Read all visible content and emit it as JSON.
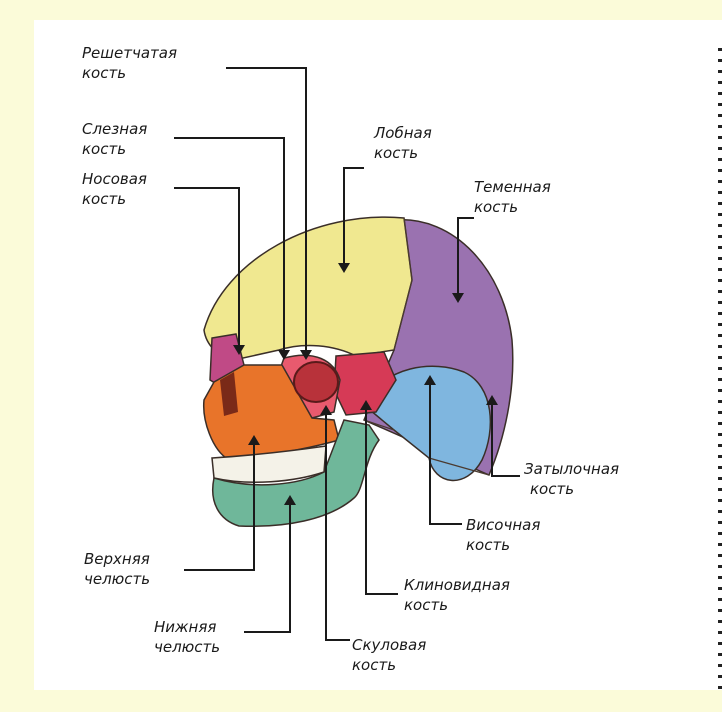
{
  "labels": {
    "ethmoid": [
      "Решетчатая",
      "кость"
    ],
    "lacrimal": [
      "Слезная",
      "кость"
    ],
    "nasal": [
      "Носовая",
      "кость"
    ],
    "frontal": [
      "Лобная",
      "кость"
    ],
    "parietal": [
      "Теменная",
      "кость"
    ],
    "occipital": [
      "Затылочная",
      "кость"
    ],
    "temporal": [
      "Височная",
      "кость"
    ],
    "maxilla": [
      "Верхняя",
      "челюсть"
    ],
    "sphenoid": [
      "Клиновидная",
      "кость"
    ],
    "mandible": [
      "Нижняя",
      "челюсть"
    ],
    "zygomatic": [
      "Скуловая",
      "кость"
    ]
  },
  "colors": {
    "frontal": "#f0e890",
    "parietal": "#9a72b0",
    "occipital": "#8a66a6",
    "temporal": "#7fb6df",
    "maxilla": "#e8742a",
    "mandible": "#6fb79a",
    "sphenoid": "#d63a56",
    "zygomatic": "#e85a6e",
    "nasal": "#c04a86",
    "teeth": "#f4f2e8",
    "page": "#fbfbd9"
  }
}
